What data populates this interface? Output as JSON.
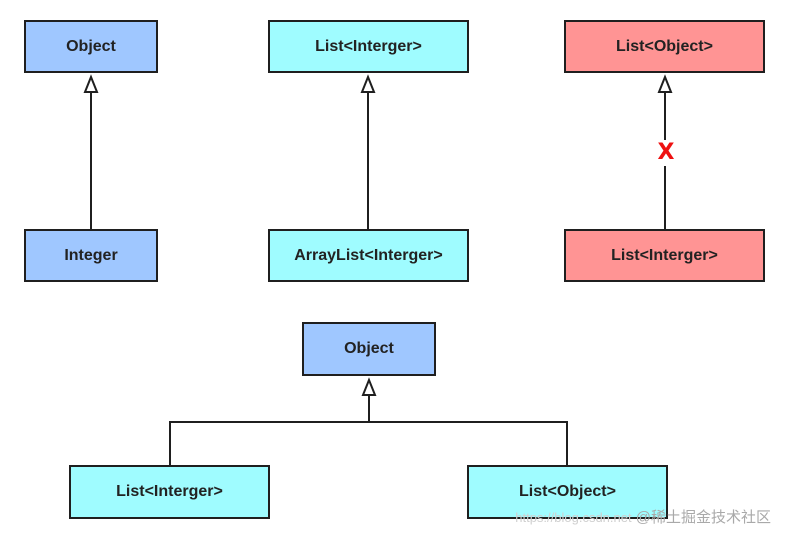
{
  "diagram": {
    "row1": [
      {
        "parent": "Object",
        "child": "Integer",
        "compatible": true
      },
      {
        "parent": "List<Interger>",
        "child": "ArrayList<Interger>",
        "compatible": true
      },
      {
        "parent": "List<Object>",
        "child": "List<Interger>",
        "compatible": false
      }
    ],
    "not_subtype_mark": "X",
    "row2": {
      "parent": "Object",
      "children": [
        "List<Interger>",
        "List<Object>"
      ]
    }
  },
  "colors": {
    "blue": "#9fc7ff",
    "cyan": "#9ffcff",
    "red": "#ff9494",
    "cross": "#ee1111"
  },
  "watermark": {
    "url": "https://blog.csdn.net",
    "label": "@稀土掘金技术社区"
  }
}
